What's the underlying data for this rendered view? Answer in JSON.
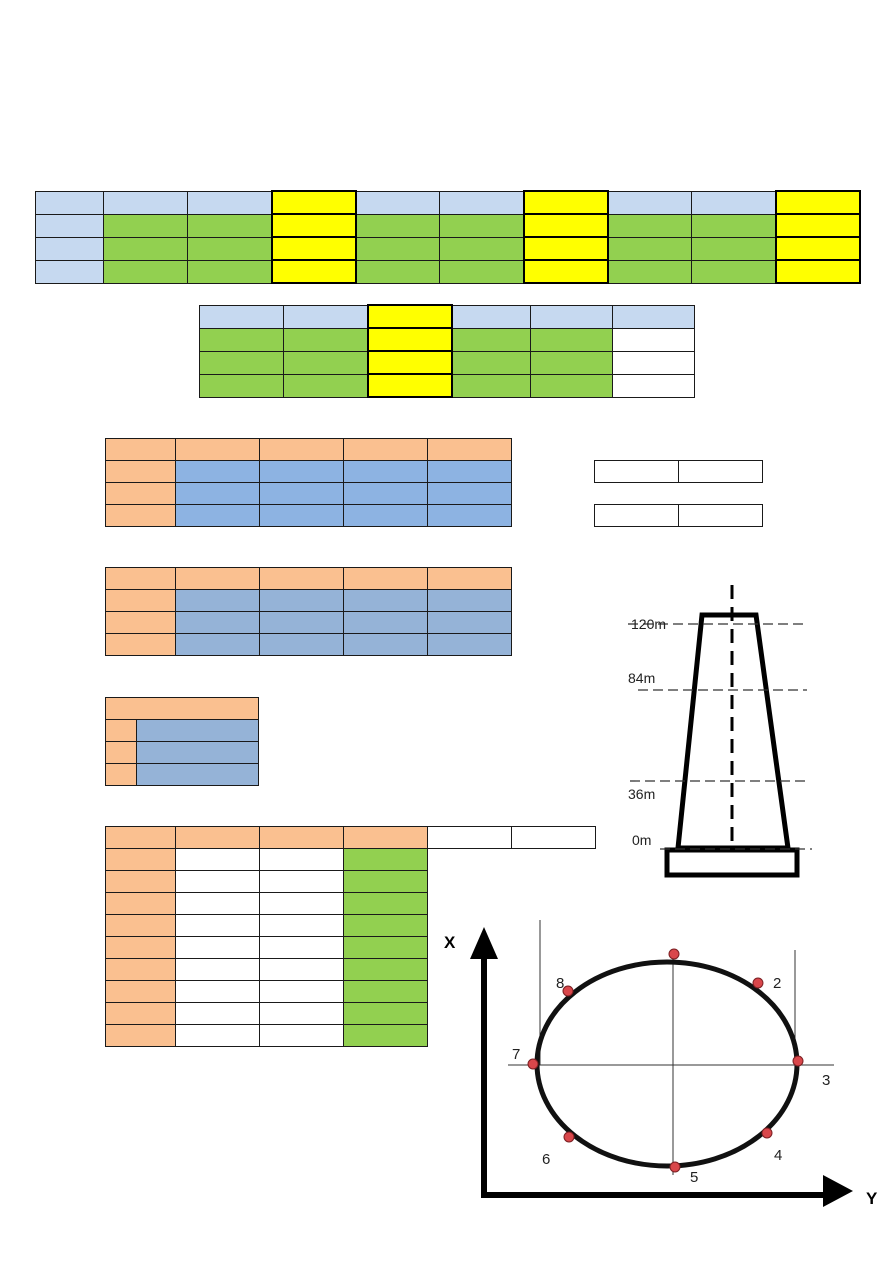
{
  "tower_figure": {
    "levels": [
      "120m",
      "84m",
      "36m",
      "0m"
    ]
  },
  "sensor_figure": {
    "axis_x": "X",
    "axis_y": "Y",
    "points": [
      "2",
      "3",
      "4",
      "5",
      "6",
      "7",
      "8"
    ]
  }
}
